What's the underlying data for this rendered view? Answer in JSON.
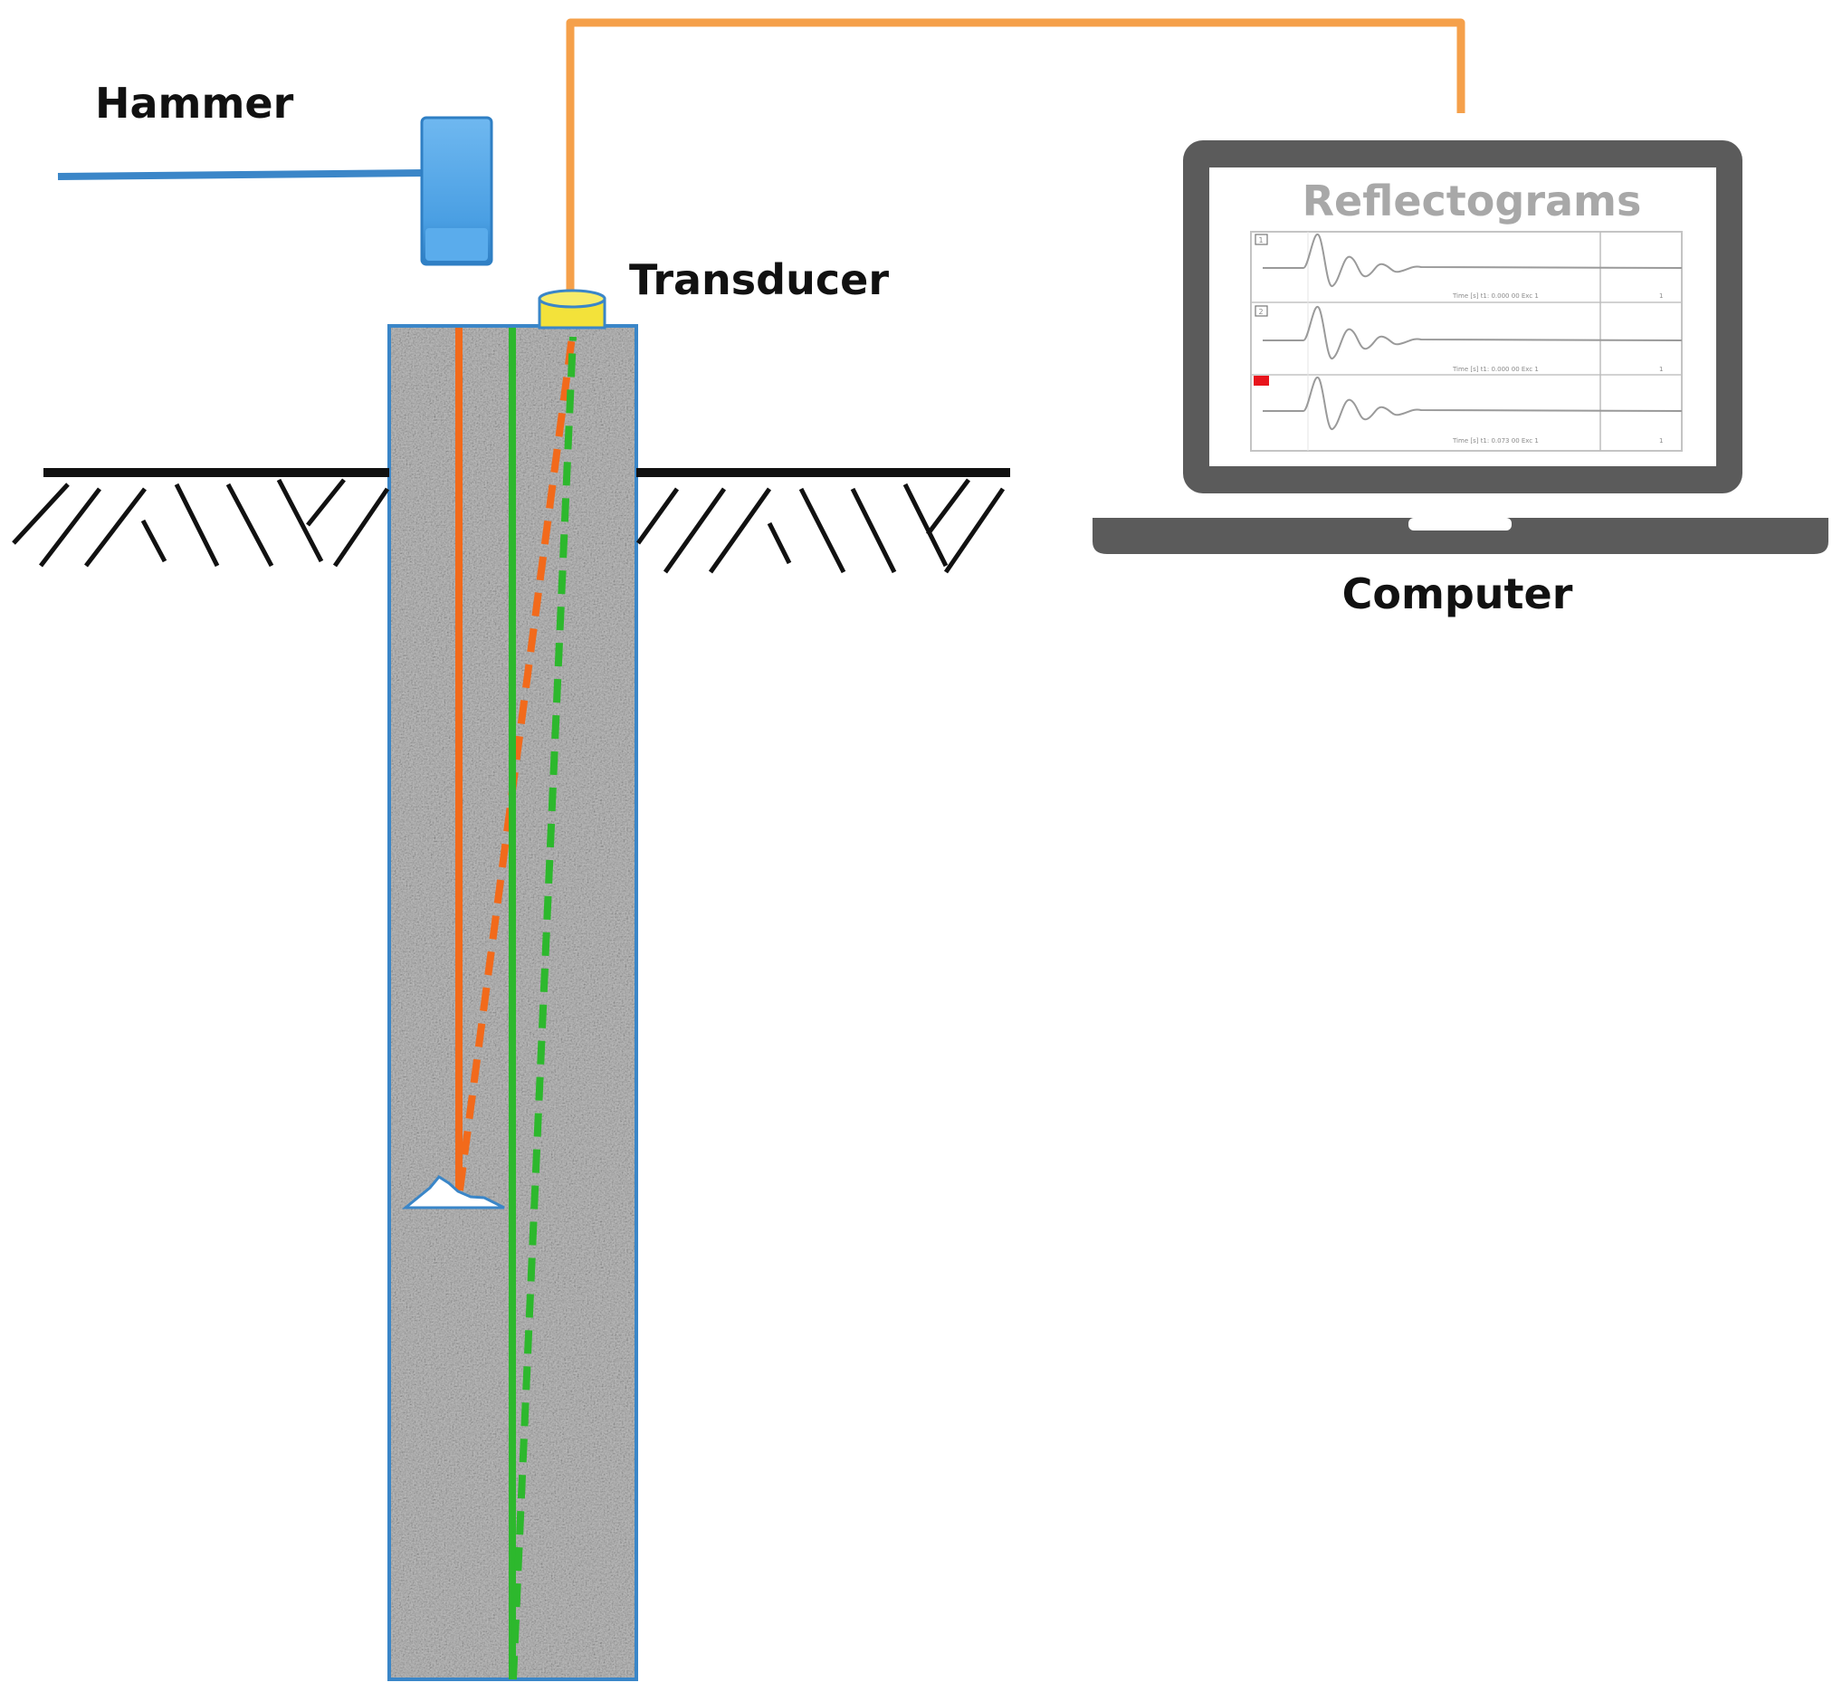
{
  "labels": {
    "hammer": "Hammer",
    "transducer": "Transducer",
    "computer": "Computer"
  },
  "screen": {
    "title": "Reflectograms",
    "traces": [
      {
        "channel_mark": "1",
        "readout": "Time [s]  t1: 0.000 00      Exc 1",
        "end_mark": "1"
      },
      {
        "channel_mark": "2",
        "readout": "Time [s]  t1: 0.000 00      Exc 1",
        "end_mark": "1"
      },
      {
        "channel_mark": "",
        "readout": "Time [s]  t1: 0.073 00      Exc 1",
        "end_mark": "1"
      }
    ]
  },
  "colors": {
    "cable": "#f5a04a",
    "hammer": "#4a9fe3",
    "hammer_handle": "#3b86c8",
    "transducer": "#f3e23a",
    "pile_border": "#3a86c8",
    "ray_orange": "#f26a1b",
    "ray_green": "#2db82d",
    "ground": "#111111",
    "laptop": "#5b5b5b",
    "screen_title": "#a8a8a8",
    "defect_marker": "#e8141c"
  },
  "icons": {
    "hammer": "hammer-icon",
    "transducer": "transducer-icon",
    "computer": "laptop-icon",
    "defect": "defect-icon"
  }
}
